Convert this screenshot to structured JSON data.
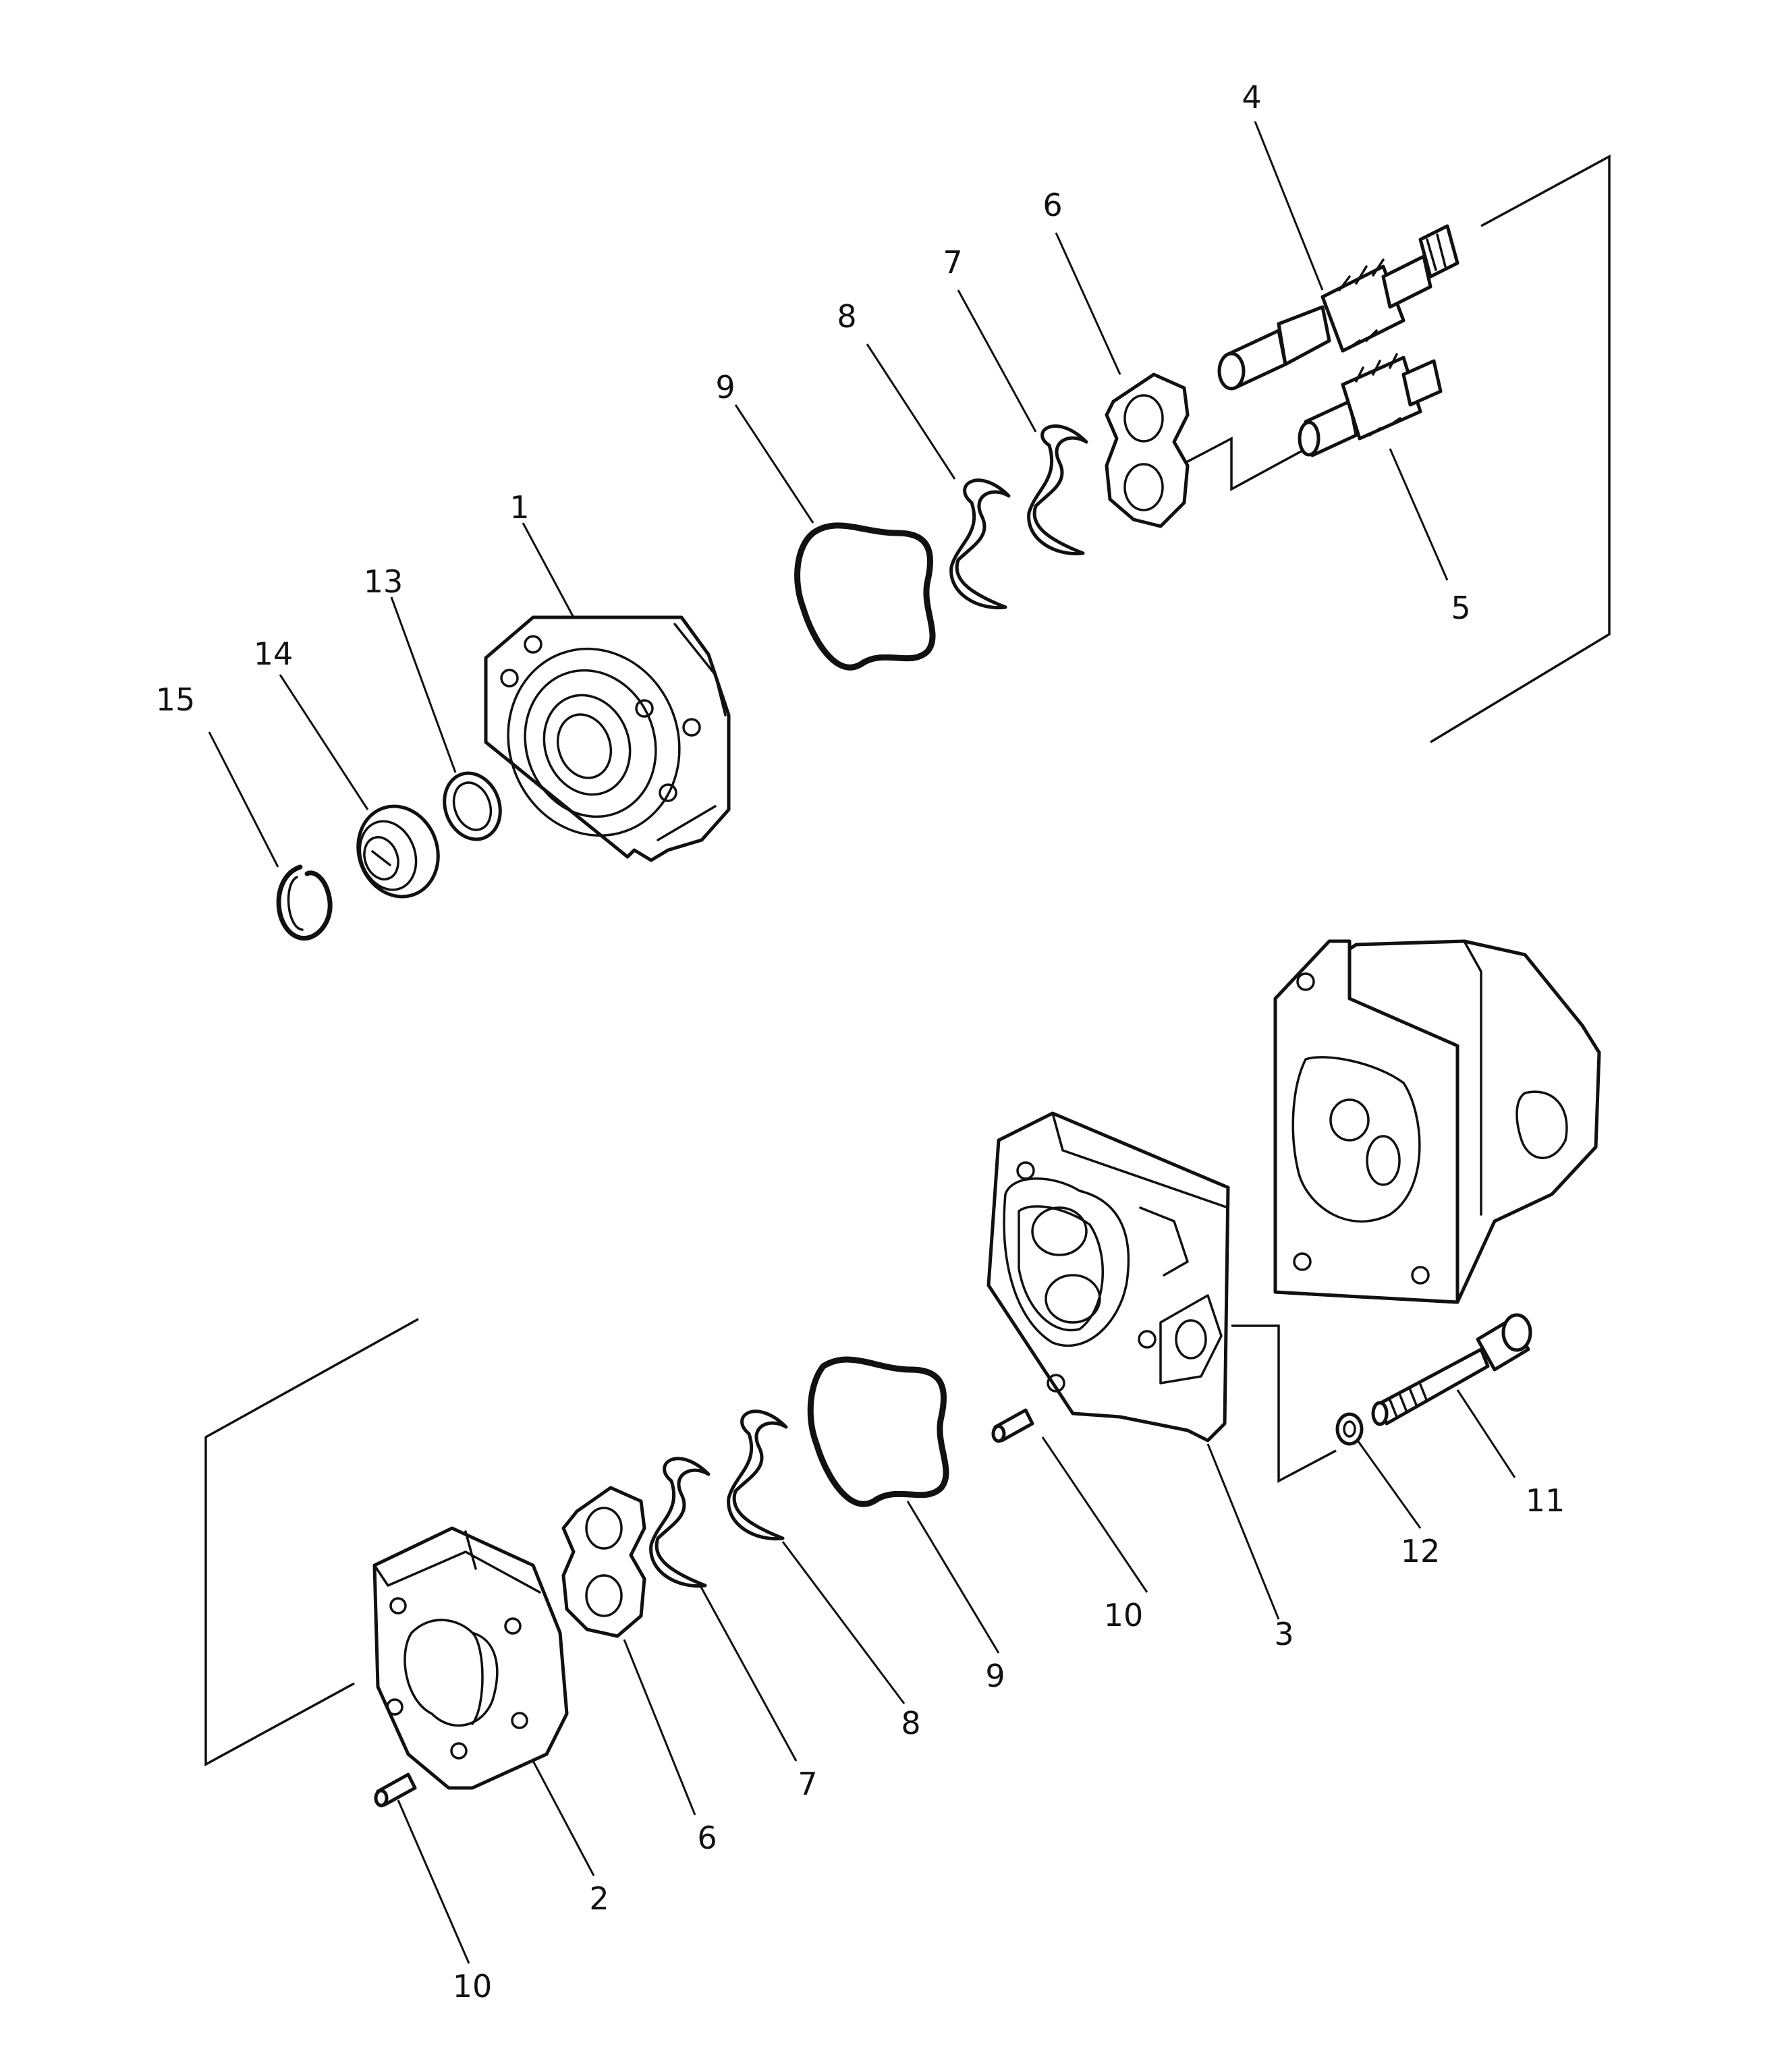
{
  "callouts": {
    "c1": "1",
    "c2": "2",
    "c3": "3",
    "c4": "4",
    "c5": "5",
    "c6_upper": "6",
    "c6_lower": "6",
    "c7_upper": "7",
    "c7_lower": "7",
    "c8_upper": "8",
    "c8_lower": "8",
    "c9_upper": "9",
    "c9_lower": "9",
    "c10_center": "10",
    "c10_lower": "10",
    "c11": "11",
    "c12": "12",
    "c13": "13",
    "c14": "14",
    "c15": "15"
  },
  "colors": {
    "ink": "#111111",
    "paper": "#ffffff"
  }
}
